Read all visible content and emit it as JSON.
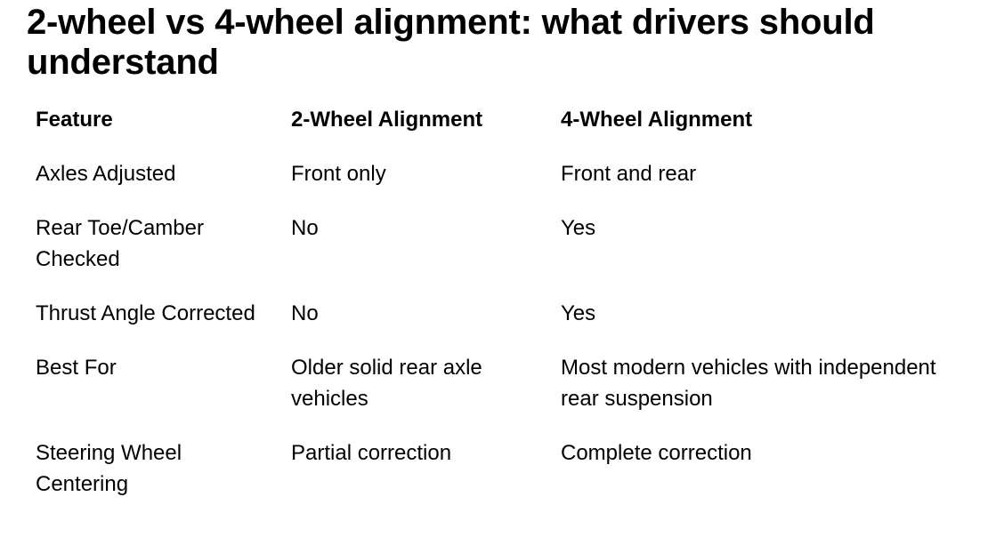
{
  "page": {
    "title": "2-wheel vs 4-wheel alignment: what drivers should understand"
  },
  "table": {
    "columns": {
      "feature": "Feature",
      "two_wheel": "2-Wheel Alignment",
      "four_wheel": "4-Wheel Alignment"
    },
    "rows": [
      {
        "feature": "Axles Adjusted",
        "two_wheel": "Front only",
        "four_wheel": "Front and rear"
      },
      {
        "feature": "Rear Toe/Camber Checked",
        "two_wheel": "No",
        "four_wheel": "Yes"
      },
      {
        "feature": "Thrust Angle Corrected",
        "two_wheel": "No",
        "four_wheel": "Yes"
      },
      {
        "feature": "Best For",
        "two_wheel": "Older solid rear axle vehicles",
        "four_wheel": "Most modern vehicles with independent rear suspension"
      },
      {
        "feature": "Steering Wheel Centering",
        "two_wheel": "Partial correction",
        "four_wheel": "Complete correction"
      }
    ]
  },
  "colors": {
    "text": "#000000",
    "background": "#ffffff"
  }
}
